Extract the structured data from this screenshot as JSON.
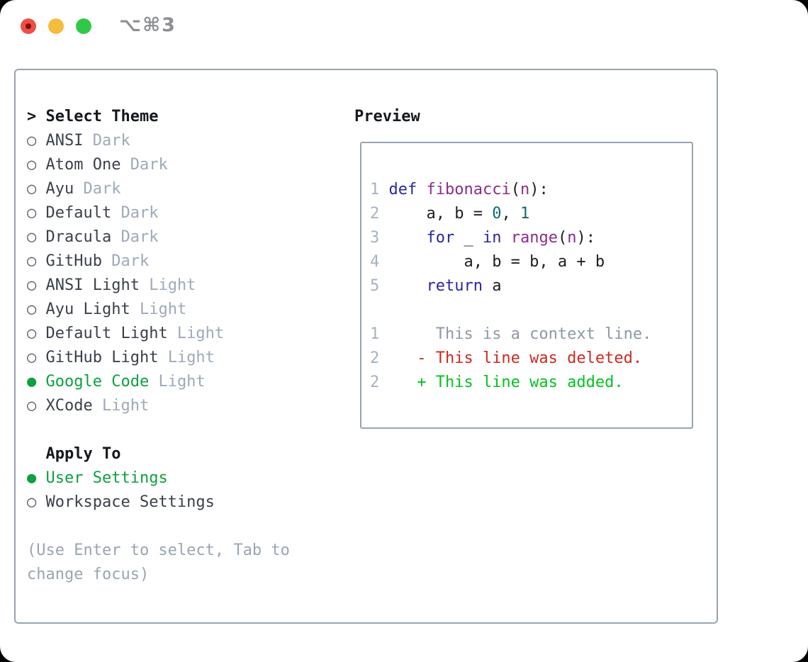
{
  "window": {
    "title": "⌥⌘3"
  },
  "titlebar_icons": [
    "close-button",
    "minimize-button",
    "zoom-button"
  ],
  "picker": {
    "caret": ">",
    "title": "Select Theme",
    "radio_selected_glyph": "●",
    "radio_unselected_glyph": "○",
    "themes": [
      {
        "name": "ANSI",
        "variant": "Dark",
        "selected": false
      },
      {
        "name": "Atom One",
        "variant": "Dark",
        "selected": false
      },
      {
        "name": "Ayu",
        "variant": "Dark",
        "selected": false
      },
      {
        "name": "Default",
        "variant": "Dark",
        "selected": false
      },
      {
        "name": "Dracula",
        "variant": "Dark",
        "selected": false
      },
      {
        "name": "GitHub",
        "variant": "Dark",
        "selected": false
      },
      {
        "name": "ANSI Light",
        "variant": "Light",
        "selected": false
      },
      {
        "name": "Ayu Light",
        "variant": "Light",
        "selected": false
      },
      {
        "name": "Default Light",
        "variant": "Light",
        "selected": false
      },
      {
        "name": "GitHub Light",
        "variant": "Light",
        "selected": false
      },
      {
        "name": "Google Code",
        "variant": "Light",
        "selected": true
      },
      {
        "name": "XCode",
        "variant": "Light",
        "selected": false
      }
    ],
    "apply_to": {
      "title": "Apply To",
      "options": [
        {
          "label": "User Settings",
          "selected": true
        },
        {
          "label": "Workspace Settings",
          "selected": false
        }
      ]
    },
    "hint_lines": [
      "(Use Enter to select, Tab to",
      "change focus)"
    ]
  },
  "preview": {
    "title": "Preview",
    "lines": [
      {
        "kind": "code",
        "tokens": [
          [
            "1 ",
            "ln"
          ],
          [
            "def ",
            "kw"
          ],
          [
            "fibonacci",
            "fn"
          ],
          [
            "(",
            "pl"
          ],
          [
            "n",
            "fn"
          ],
          [
            "):",
            "pl"
          ]
        ]
      },
      {
        "kind": "code",
        "tokens": [
          [
            "2 ",
            "ln"
          ],
          [
            "    a, b = ",
            "pl"
          ],
          [
            "0",
            "num"
          ],
          [
            ", ",
            "pl"
          ],
          [
            "1",
            "num"
          ]
        ]
      },
      {
        "kind": "code",
        "tokens": [
          [
            "3 ",
            "ln"
          ],
          [
            "    ",
            "pl"
          ],
          [
            "for",
            "kw"
          ],
          [
            " _ ",
            "pl"
          ],
          [
            "in",
            "kw"
          ],
          [
            " ",
            "pl"
          ],
          [
            "range",
            "fn"
          ],
          [
            "(",
            "pl"
          ],
          [
            "n",
            "fn"
          ],
          [
            "):",
            "pl"
          ]
        ]
      },
      {
        "kind": "code",
        "tokens": [
          [
            "4 ",
            "ln"
          ],
          [
            "        a, b = b, a + b",
            "pl"
          ]
        ]
      },
      {
        "kind": "code",
        "tokens": [
          [
            "5 ",
            "ln"
          ],
          [
            "    ",
            "pl"
          ],
          [
            "return",
            "kw"
          ],
          [
            " a",
            "pl"
          ]
        ]
      },
      {
        "kind": "blank",
        "tokens": []
      },
      {
        "kind": "diff-context",
        "tokens": [
          [
            "1",
            "ln"
          ],
          [
            "      This is a context line.",
            "ctx"
          ]
        ]
      },
      {
        "kind": "diff-deleted",
        "tokens": [
          [
            "2",
            "ln"
          ],
          [
            "    - This line was deleted.",
            "del"
          ]
        ]
      },
      {
        "kind": "diff-added",
        "tokens": [
          [
            "2",
            "ln"
          ],
          [
            "    + This line was added.",
            "add"
          ]
        ]
      }
    ]
  },
  "colors": {
    "selected_green": "#0ca13e",
    "panel_border": "#99a3b0",
    "syntax": {
      "keyword": "#2727a3",
      "name": "#8a2d8a",
      "number": "#0e6b6b",
      "plain": "#1c1e22",
      "line_number": "#a6b2c0"
    },
    "diff": {
      "context": "#8f99a5",
      "deleted": "#cc2a1f",
      "added": "#00c41e"
    },
    "traffic_lights": {
      "red": "#ee4e44",
      "yellow": "#f6bc3f",
      "green": "#2fc84b"
    }
  }
}
